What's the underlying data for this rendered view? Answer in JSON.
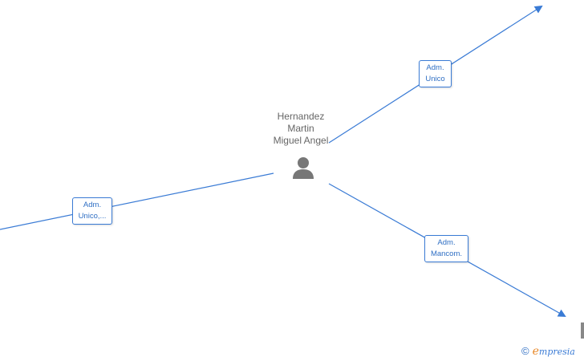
{
  "person": {
    "name_line1": "Hernandez",
    "name_line2": "Martin",
    "name_line3": "Miguel Angel",
    "icon": "person-icon"
  },
  "roles": [
    {
      "line1": "Adm.",
      "line2": "Unico"
    },
    {
      "line1": "Adm.",
      "line2": "Mancom."
    },
    {
      "line1": "Adm.",
      "line2": "Unico,..."
    }
  ],
  "colors": {
    "edge": "#3a7bd5",
    "label_text": "#2f6fc4",
    "person": "#777777"
  },
  "watermark": {
    "copyright_symbol": "©",
    "brand_first": "e",
    "brand_rest": "mpresia"
  }
}
